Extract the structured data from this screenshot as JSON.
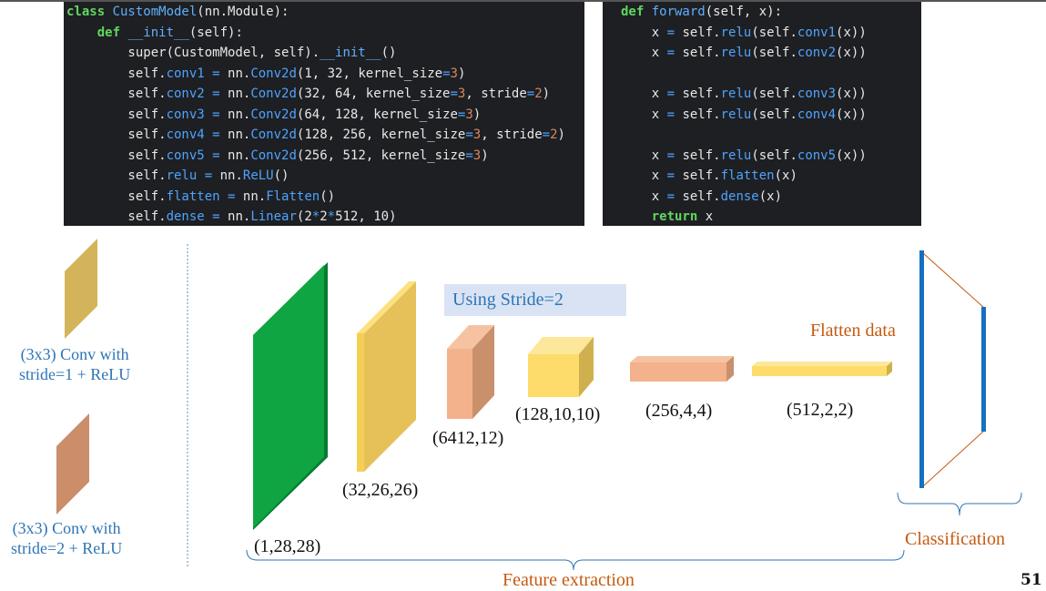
{
  "code_left": [
    [
      [
        "kw",
        "class "
      ],
      [
        "cls",
        "CustomModel"
      ],
      [
        "t",
        "(nn.Module):"
      ]
    ],
    [
      [
        "t",
        "    "
      ],
      [
        "kw",
        "def "
      ],
      [
        "cls",
        "__init__"
      ],
      [
        "t",
        "(self):"
      ]
    ],
    [
      [
        "t",
        "        super(CustomModel, self)."
      ],
      [
        "cls",
        "__init__"
      ],
      [
        "t",
        "()"
      ]
    ],
    [
      [
        "t",
        "        self."
      ],
      [
        "attr",
        "conv1"
      ],
      [
        "op",
        " = "
      ],
      [
        "t",
        "nn."
      ],
      [
        "attr",
        "Conv2d"
      ],
      [
        "t",
        "(1, 32, kernel_size"
      ],
      [
        "op",
        "="
      ],
      [
        "num",
        "3"
      ],
      [
        "t",
        ")"
      ]
    ],
    [
      [
        "t",
        "        self."
      ],
      [
        "attr",
        "conv2"
      ],
      [
        "op",
        " = "
      ],
      [
        "t",
        "nn."
      ],
      [
        "attr",
        "Conv2d"
      ],
      [
        "t",
        "(32, 64, kernel_size"
      ],
      [
        "op",
        "="
      ],
      [
        "num",
        "3"
      ],
      [
        "t",
        ", stride"
      ],
      [
        "op",
        "="
      ],
      [
        "num",
        "2"
      ],
      [
        "t",
        ")"
      ]
    ],
    [
      [
        "t",
        "        self."
      ],
      [
        "attr",
        "conv3"
      ],
      [
        "op",
        " = "
      ],
      [
        "t",
        "nn."
      ],
      [
        "attr",
        "Conv2d"
      ],
      [
        "t",
        "(64, 128, kernel_size"
      ],
      [
        "op",
        "="
      ],
      [
        "num",
        "3"
      ],
      [
        "t",
        ")"
      ]
    ],
    [
      [
        "t",
        "        self."
      ],
      [
        "attr",
        "conv4"
      ],
      [
        "op",
        " = "
      ],
      [
        "t",
        "nn."
      ],
      [
        "attr",
        "Conv2d"
      ],
      [
        "t",
        "(128, 256, kernel_size"
      ],
      [
        "op",
        "="
      ],
      [
        "num",
        "3"
      ],
      [
        "t",
        ", stride"
      ],
      [
        "op",
        "="
      ],
      [
        "num",
        "2"
      ],
      [
        "t",
        ")"
      ]
    ],
    [
      [
        "t",
        "        self."
      ],
      [
        "attr",
        "conv5"
      ],
      [
        "op",
        " = "
      ],
      [
        "t",
        "nn."
      ],
      [
        "attr",
        "Conv2d"
      ],
      [
        "t",
        "(256, 512, kernel_size"
      ],
      [
        "op",
        "="
      ],
      [
        "num",
        "3"
      ],
      [
        "t",
        ")"
      ]
    ],
    [
      [
        "t",
        "        self."
      ],
      [
        "attr",
        "relu"
      ],
      [
        "op",
        " = "
      ],
      [
        "t",
        "nn."
      ],
      [
        "attr",
        "ReLU"
      ],
      [
        "t",
        "()"
      ]
    ],
    [
      [
        "t",
        "        self."
      ],
      [
        "attr",
        "flatten"
      ],
      [
        "op",
        " = "
      ],
      [
        "t",
        "nn."
      ],
      [
        "attr",
        "Flatten"
      ],
      [
        "t",
        "()"
      ]
    ],
    [
      [
        "t",
        "        self."
      ],
      [
        "attr",
        "dense"
      ],
      [
        "op",
        " = "
      ],
      [
        "t",
        "nn."
      ],
      [
        "attr",
        "Linear"
      ],
      [
        "t",
        "(2"
      ],
      [
        "op",
        "*"
      ],
      [
        "t",
        "2"
      ],
      [
        "op",
        "*"
      ],
      [
        "t",
        "512, 10)"
      ]
    ]
  ],
  "code_right": [
    [
      [
        "kw",
        "def "
      ],
      [
        "cls",
        "forward"
      ],
      [
        "t",
        "(self, x):"
      ]
    ],
    [
      [
        "t",
        "    x "
      ],
      [
        "op",
        "="
      ],
      [
        "t",
        " self."
      ],
      [
        "attr",
        "relu"
      ],
      [
        "t",
        "(self."
      ],
      [
        "attr",
        "conv1"
      ],
      [
        "t",
        "(x))"
      ]
    ],
    [
      [
        "t",
        "    x "
      ],
      [
        "op",
        "="
      ],
      [
        "t",
        " self."
      ],
      [
        "attr",
        "relu"
      ],
      [
        "t",
        "(self."
      ],
      [
        "attr",
        "conv2"
      ],
      [
        "t",
        "(x))"
      ]
    ],
    [
      [
        "t",
        ""
      ]
    ],
    [
      [
        "t",
        "    x "
      ],
      [
        "op",
        "="
      ],
      [
        "t",
        " self."
      ],
      [
        "attr",
        "relu"
      ],
      [
        "t",
        "(self."
      ],
      [
        "attr",
        "conv3"
      ],
      [
        "t",
        "(x))"
      ]
    ],
    [
      [
        "t",
        "    x "
      ],
      [
        "op",
        "="
      ],
      [
        "t",
        " self."
      ],
      [
        "attr",
        "relu"
      ],
      [
        "t",
        "(self."
      ],
      [
        "attr",
        "conv4"
      ],
      [
        "t",
        "(x))"
      ]
    ],
    [
      [
        "t",
        ""
      ]
    ],
    [
      [
        "t",
        "    x "
      ],
      [
        "op",
        "="
      ],
      [
        "t",
        " self."
      ],
      [
        "attr",
        "relu"
      ],
      [
        "t",
        "(self."
      ],
      [
        "attr",
        "conv5"
      ],
      [
        "t",
        "(x))"
      ]
    ],
    [
      [
        "t",
        "    x "
      ],
      [
        "op",
        "="
      ],
      [
        "t",
        " self."
      ],
      [
        "attr",
        "flatten"
      ],
      [
        "t",
        "(x)"
      ]
    ],
    [
      [
        "t",
        "    x "
      ],
      [
        "op",
        "="
      ],
      [
        "t",
        " self."
      ],
      [
        "attr",
        "dense"
      ],
      [
        "t",
        "(x)"
      ]
    ],
    [
      [
        "t",
        "    "
      ],
      [
        "kw",
        "return"
      ],
      [
        "t",
        " x"
      ]
    ]
  ],
  "legend": {
    "stride1": "(3x3) Conv with\nstride=1 + ReLU",
    "stride2": "(3x3) Conv with\nstride=2 + ReLU"
  },
  "stride_note": "Using Stride=2",
  "flatten_label": "Flatten data",
  "shapes": [
    "(1,28,28)",
    "(32,26,26)",
    "(6412,12)",
    "(128,10,10)",
    "(256,4,4)",
    "(512,2,2)"
  ],
  "feature_extraction_label": "Feature extraction",
  "classification_label": "Classification",
  "page_number": "51",
  "colors": {
    "green": "#0c9b3e",
    "yellow": "#f9d86d",
    "yellow_dark": "#d6b04a",
    "salmon": "#f1b088",
    "salmon_dark": "#c78a66",
    "blue_bar": "#1670c0",
    "line_orange": "#c55a11",
    "text_blue": "#2e75b6",
    "text_orange": "#c55a11"
  }
}
